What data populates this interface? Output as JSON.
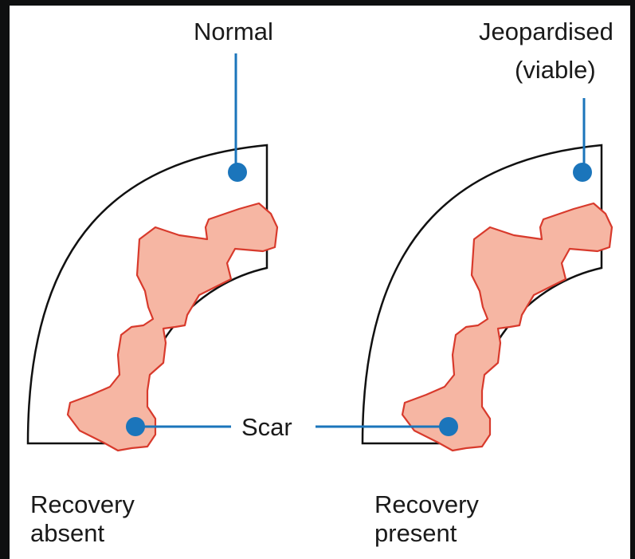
{
  "labels": {
    "normal": "Normal",
    "jeopardised_line1": "Jeopardised",
    "jeopardised_line2": "(viable)",
    "scar": "Scar",
    "recovery_absent_line1": "Recovery",
    "recovery_absent_line2": "absent",
    "recovery_present_line1": "Recovery",
    "recovery_present_line2": "present"
  },
  "colors": {
    "background_outer": "#0e0f10",
    "panel": "#ffffff",
    "pointer_blue": "#1b75bb",
    "scar_fill": "#f6b6a3",
    "scar_outline": "#d83a2c",
    "wall_outline": "#111111"
  }
}
